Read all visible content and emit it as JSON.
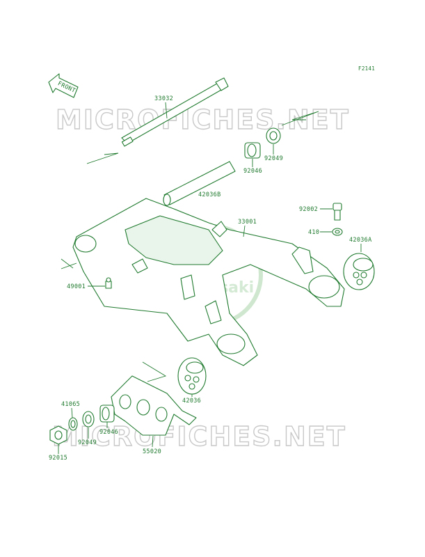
{
  "figure_id": "F2141",
  "front_label": "FRONT",
  "watermark": {
    "site": "MICROFICHES.NET",
    "logo_text": "Kawasaki"
  },
  "callouts": [
    {
      "id": "33032",
      "part": "pivot-shaft"
    },
    {
      "id": "42036B",
      "part": "pivot-sleeve"
    },
    {
      "id": "92046",
      "part": "needle-bearing-right"
    },
    {
      "id": "92049",
      "part": "seal-right"
    },
    {
      "id": "33001",
      "part": "swingarm"
    },
    {
      "id": "92002",
      "part": "bolt"
    },
    {
      "id": "410",
      "part": "washer"
    },
    {
      "id": "42036A",
      "part": "eccentric-hub-right"
    },
    {
      "id": "49001",
      "part": "grease-nipple"
    },
    {
      "id": "42036",
      "part": "eccentric-hub-left"
    },
    {
      "id": "41065",
      "part": "washer-left"
    },
    {
      "id": "92046",
      "part": "needle-bearing-left"
    },
    {
      "id": "92049",
      "part": "seal-left"
    },
    {
      "id": "92015",
      "part": "nut"
    },
    {
      "id": "55020",
      "part": "chain-guard"
    }
  ]
}
